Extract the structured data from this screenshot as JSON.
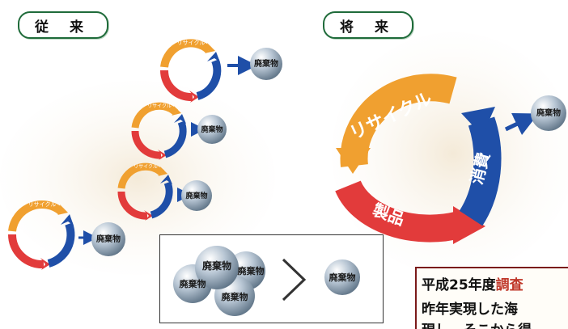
{
  "headers": {
    "past": "従 来",
    "future": "将 来"
  },
  "small_cycle": {
    "recycle": "リサイクル",
    "waste": "廃棄物"
  },
  "large_cycle": {
    "recycle": "リサイクル",
    "left_bottom": "製品",
    "right_side": "消費",
    "waste": "廃棄物"
  },
  "comparison": {
    "waste_cluster_labels": [
      "廃棄物",
      "廃棄物",
      "廃棄物",
      "廃棄物"
    ],
    "waste_single": "廃棄物"
  },
  "caption": {
    "line1_prefix": "平成25年度",
    "line1_highlight": "調査",
    "line2": "昨年実現した海",
    "line3": "現し、そこから得"
  },
  "colors": {
    "recycle_orange": "#f0a030",
    "product_red": "#e23b3b",
    "consume_blue": "#1f4fa8",
    "sphere": "#8fa4b8"
  }
}
